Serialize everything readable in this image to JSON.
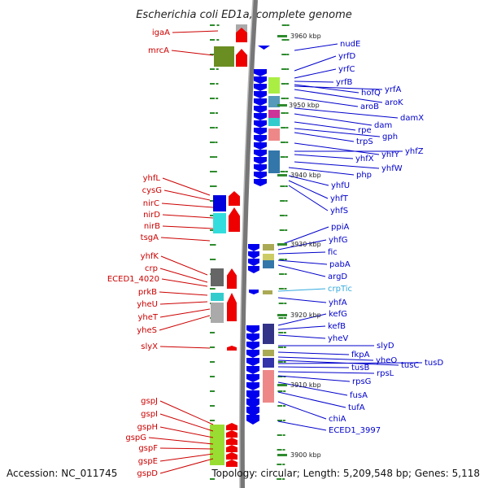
{
  "title": "Escherichia coli ED1a, complete genome",
  "footer": {
    "accession": "Accession: NC_011745",
    "summary": "Topology: circular; Length: 5,209,548 bp; Genes: 5,118"
  },
  "colors": {
    "left_label": "#cc0000",
    "right_label": "#0000cc",
    "highlight_label": "#33aadd",
    "forward_arrow": "#ee0000",
    "reverse_arrow": "#0000ee",
    "backbone": "#999999"
  },
  "ticks": [
    "3960 kbp",
    "3950 kbp",
    "3940 kbp",
    "3930 kbp",
    "3920 kbp",
    "3910 kbp",
    "3900 kbp"
  ],
  "left_genes": [
    "igaA",
    "mrcA",
    "yhfL",
    "cysG",
    "nirC",
    "nirD",
    "nirB",
    "tsgA",
    "yhfK",
    "crp",
    "ECED1_4020",
    "prkB",
    "yheU",
    "yheT",
    "yheS",
    "slyX",
    "gspJ",
    "gspI",
    "gspH",
    "gspG",
    "gspF",
    "gspE",
    "gspD"
  ],
  "right_genes": [
    "nudE",
    "yrfD",
    "yrfC",
    "yrfB",
    "hofQ",
    "yrfA",
    "aroK",
    "aroB",
    "damX",
    "dam",
    "rpe",
    "gph",
    "trpS",
    "yhfY",
    "yhfZ",
    "yhfX",
    "yhfW",
    "php",
    "yhfU",
    "yhfT",
    "yhfS",
    "ppiA",
    "yhfG",
    "fic",
    "pabA",
    "argD",
    "crpTic",
    "yhfA",
    "kefG",
    "kefB",
    "yheV",
    "slyD",
    "fkpA",
    "yheO",
    "tusC",
    "tusD",
    "tusB",
    "rpsL",
    "rpsG",
    "fusA",
    "tufA",
    "chiA",
    "ECED1_3997"
  ]
}
